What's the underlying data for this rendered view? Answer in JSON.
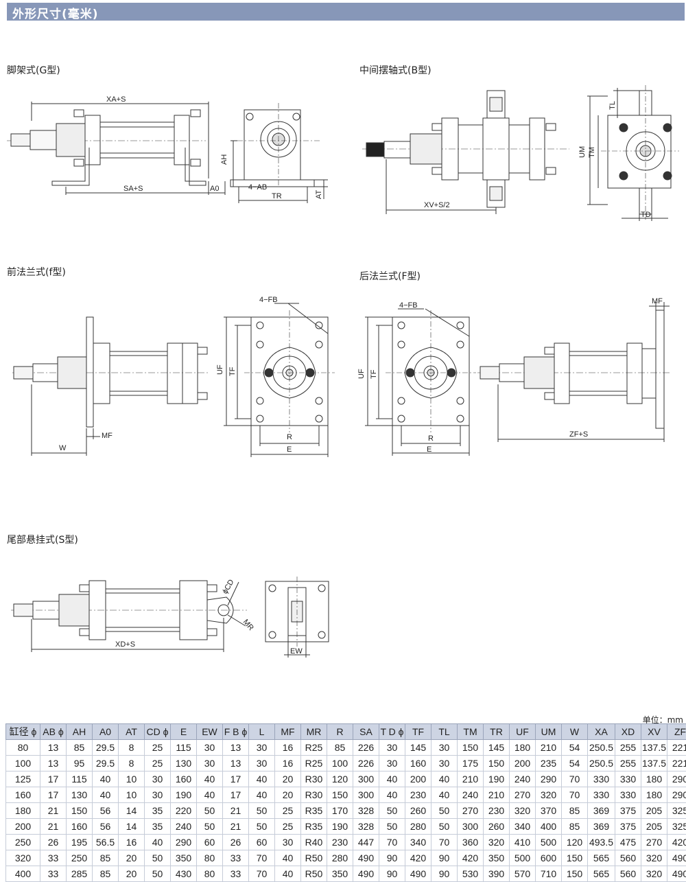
{
  "header": {
    "title": "外形尺寸(毫米)"
  },
  "views": {
    "g": {
      "title": "脚架式(G型)",
      "dims": {
        "xa": "XA+S",
        "sa": "SA+S",
        "a0": "A0",
        "ah": "AH",
        "ab": "4−AB",
        "tr": "TR",
        "at": "AT"
      }
    },
    "b": {
      "title": "中间摆轴式(B型)",
      "dims": {
        "xv": "XV+S/2",
        "tl": "TL",
        "um": "UM",
        "tm": "TM",
        "td": "TD"
      }
    },
    "f_front": {
      "title": "前法兰式(f型)",
      "dims": {
        "w": "W",
        "mf": "MF",
        "fb": "4−FB",
        "uf": "UF",
        "tf": "TF",
        "r": "R",
        "e": "E"
      }
    },
    "f_rear": {
      "title": "后法兰式(F型)",
      "dims": {
        "fb": "4−FB",
        "mf": "MF",
        "uf": "UF",
        "tf": "TF",
        "r": "R",
        "e": "E",
        "zf": "ZF+S"
      }
    },
    "s": {
      "title": "尾部悬挂式(S型)",
      "dims": {
        "cd": "ϕCD",
        "mr": "MR",
        "xd": "XD+S",
        "ew": "EW"
      }
    }
  },
  "table": {
    "unit": "单位：mm",
    "headers": [
      "缸径 ϕ",
      "AB ϕ",
      "AH",
      "A0",
      "AT",
      "CD ϕ",
      "E",
      "EW",
      "F B ϕ",
      "L",
      "MF",
      "MR",
      "R",
      "SA",
      "T D ϕ",
      "TF",
      "TL",
      "TM",
      "TR",
      "UF",
      "UM",
      "W",
      "XA",
      "XD",
      "XV",
      "ZF"
    ],
    "rows": [
      [
        "80",
        "13",
        "85",
        "29.5",
        "8",
        "25",
        "115",
        "30",
        "13",
        "30",
        "16",
        "R25",
        "85",
        "226",
        "30",
        "145",
        "30",
        "150",
        "145",
        "180",
        "210",
        "54",
        "250.5",
        "255",
        "137.5",
        "221"
      ],
      [
        "100",
        "13",
        "95",
        "29.5",
        "8",
        "25",
        "130",
        "30",
        "13",
        "30",
        "16",
        "R25",
        "100",
        "226",
        "30",
        "160",
        "30",
        "175",
        "150",
        "200",
        "235",
        "54",
        "250.5",
        "255",
        "137.5",
        "221"
      ],
      [
        "125",
        "17",
        "115",
        "40",
        "10",
        "30",
        "160",
        "40",
        "17",
        "40",
        "20",
        "R30",
        "120",
        "300",
        "40",
        "200",
        "40",
        "210",
        "190",
        "240",
        "290",
        "70",
        "330",
        "330",
        "180",
        "290"
      ],
      [
        "160",
        "17",
        "130",
        "40",
        "10",
        "30",
        "190",
        "40",
        "17",
        "40",
        "20",
        "R30",
        "150",
        "300",
        "40",
        "230",
        "40",
        "240",
        "210",
        "270",
        "320",
        "70",
        "330",
        "330",
        "180",
        "290"
      ],
      [
        "180",
        "21",
        "150",
        "56",
        "14",
        "35",
        "220",
        "50",
        "21",
        "50",
        "25",
        "R35",
        "170",
        "328",
        "50",
        "260",
        "50",
        "270",
        "230",
        "320",
        "370",
        "85",
        "369",
        "375",
        "205",
        "325"
      ],
      [
        "200",
        "21",
        "160",
        "56",
        "14",
        "35",
        "240",
        "50",
        "21",
        "50",
        "25",
        "R35",
        "190",
        "328",
        "50",
        "280",
        "50",
        "300",
        "260",
        "340",
        "400",
        "85",
        "369",
        "375",
        "205",
        "325"
      ],
      [
        "250",
        "26",
        "195",
        "56.5",
        "16",
        "40",
        "290",
        "60",
        "26",
        "60",
        "30",
        "R40",
        "230",
        "447",
        "70",
        "340",
        "70",
        "360",
        "320",
        "410",
        "500",
        "120",
        "493.5",
        "475",
        "270",
        "420"
      ],
      [
        "320",
        "33",
        "250",
        "85",
        "20",
        "50",
        "350",
        "80",
        "33",
        "70",
        "40",
        "R50",
        "280",
        "490",
        "90",
        "420",
        "90",
        "420",
        "350",
        "500",
        "600",
        "150",
        "565",
        "560",
        "320",
        "490"
      ],
      [
        "400",
        "33",
        "285",
        "85",
        "20",
        "50",
        "430",
        "80",
        "33",
        "70",
        "40",
        "R50",
        "350",
        "490",
        "90",
        "490",
        "90",
        "530",
        "390",
        "570",
        "710",
        "150",
        "565",
        "560",
        "320",
        "490"
      ]
    ]
  }
}
